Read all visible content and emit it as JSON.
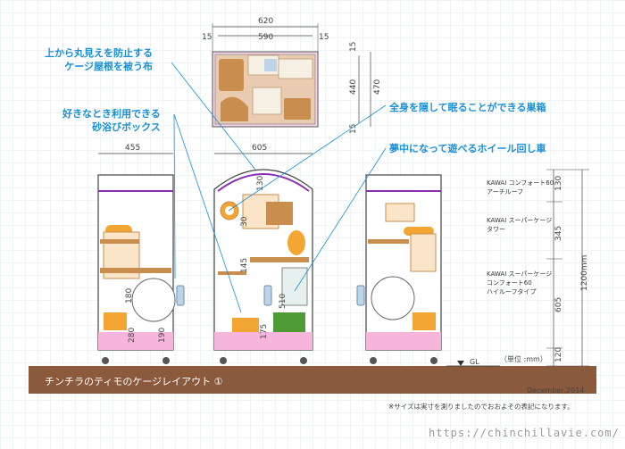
{
  "callouts": {
    "roof_cloth": [
      "上から丸見えを防止する",
      "ケージ屋根を被う布"
    ],
    "sand_bath": [
      "好きなとき利用できる",
      "砂浴びボックス"
    ],
    "nest_box": "全身を隠して眠ることができる巣箱",
    "wheel": "夢中になって遊べるホイール回し車"
  },
  "top_view": {
    "total": "620",
    "inner": "590",
    "side_left": "15",
    "side_right": "15",
    "depth_total": "470",
    "depth_inner": "440",
    "depth_top": "15",
    "depth_bottom": "15"
  },
  "side_width": "455",
  "front_width": "605",
  "front_dims": {
    "arch": "130",
    "d30": "30",
    "d145": "145",
    "d510": "510",
    "d175": "175"
  },
  "left_dims": {
    "d180": "180",
    "d280": "280",
    "d190": "190"
  },
  "right_scale": {
    "top": "130",
    "mid": "345",
    "lower": "605",
    "bottom": "120",
    "total": "1200mm"
  },
  "right_labels": {
    "arch": [
      "KAWAI コンフォート60",
      "アーチルーフ"
    ],
    "tower": [
      "KAWAI スーパーケージ",
      "タワー"
    ],
    "hiroof": [
      "KAWAI スーパーケージ",
      "コンフォート60",
      "ハイルーフタイプ"
    ]
  },
  "unit": "（単位 :mm）",
  "gl": "GL",
  "title": "チンチラのティモのケージレイアウト ①",
  "date": "December,2014",
  "note": "※サイズは実寸を測りましたのでおおよその表記になります。",
  "site": "https://chinchillavie.com/",
  "colors": {
    "accent": "#1a8fd6",
    "ground": "#8b5a3c",
    "pink": "#f2a9d0",
    "wood": "#c98e4e",
    "orange": "#e89a32",
    "purple": "#8a2fb5"
  }
}
